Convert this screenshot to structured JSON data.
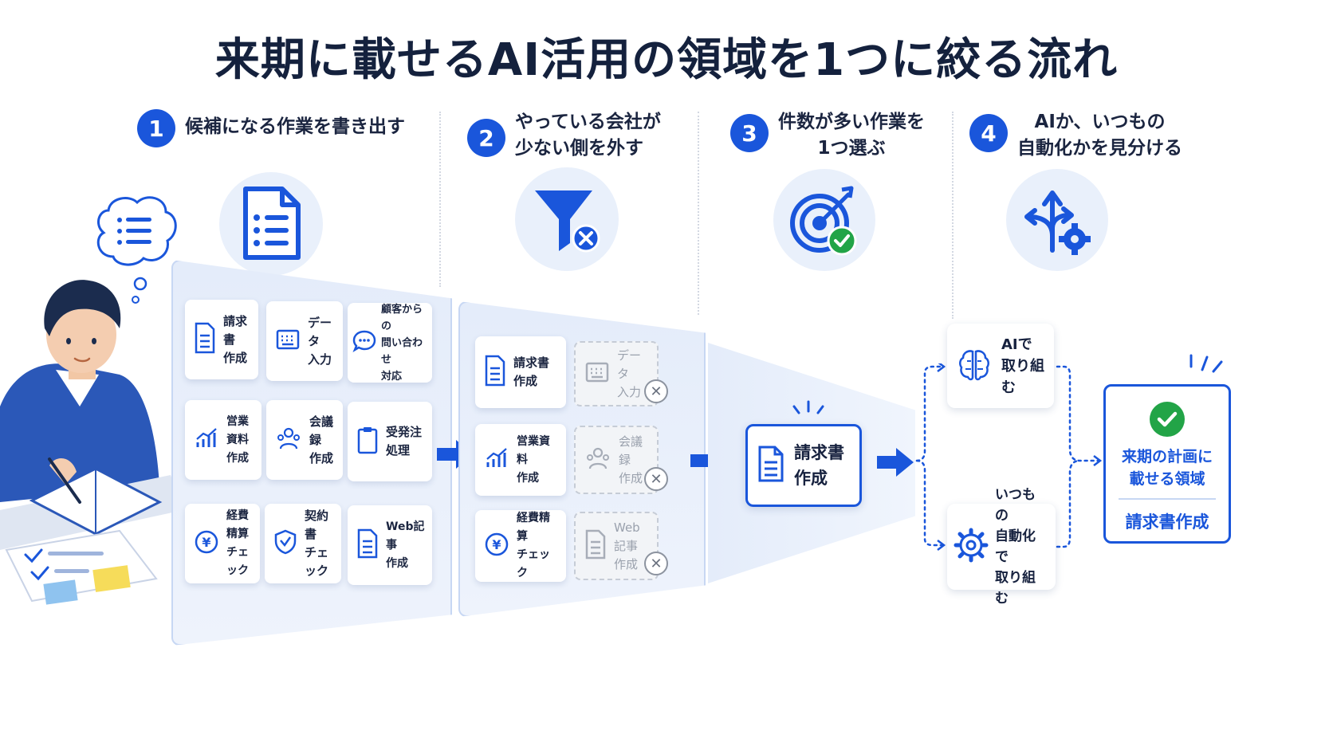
{
  "title": "来期に載せるAI活用の領域を1つに絞る流れ",
  "steps": [
    {
      "num": "1",
      "label": "候補になる作業を書き出す",
      "icon": "document-list-icon"
    },
    {
      "num": "2",
      "label": "やっている会社が\n少ない側を外す",
      "icon": "funnel-x-icon"
    },
    {
      "num": "3",
      "label": "件数が多い作業を\n1つ選ぶ",
      "icon": "target-check-icon"
    },
    {
      "num": "4",
      "label": "AIか、いつもの\n自動化かを見分ける",
      "icon": "branch-gear-icon"
    }
  ],
  "candidates": [
    {
      "label": "請求書\n作成",
      "icon": "document-icon"
    },
    {
      "label": "データ\n入力",
      "icon": "keyboard-icon"
    },
    {
      "label": "顧客からの\n問い合わせ\n対応",
      "icon": "chat-icon"
    },
    {
      "label": "営業資料\n作成",
      "icon": "chart-icon"
    },
    {
      "label": "会議録\n作成",
      "icon": "people-icon"
    },
    {
      "label": "受発注\n処理",
      "icon": "clipboard-icon"
    },
    {
      "label": "経費精算\nチェック",
      "icon": "yen-icon"
    },
    {
      "label": "契約書\nチェック",
      "icon": "shield-icon"
    },
    {
      "label": "Web記事\n作成",
      "icon": "article-icon"
    }
  ],
  "filtered": [
    {
      "label": "請求書\n作成",
      "icon": "document-icon",
      "removed": false
    },
    {
      "label": "データ\n入力",
      "icon": "keyboard-icon",
      "removed": true
    },
    {
      "label": "営業資料\n作成",
      "icon": "chart-icon",
      "removed": false
    },
    {
      "label": "会議録\n作成",
      "icon": "people-icon",
      "removed": true
    },
    {
      "label": "経費精算\nチェック",
      "icon": "yen-icon",
      "removed": false
    },
    {
      "label": "Web記事\n作成",
      "icon": "article-icon",
      "removed": true
    }
  ],
  "selected": {
    "label": "請求書\n作成",
    "icon": "document-icon"
  },
  "branches": {
    "ai": {
      "label": "AIで\n取り組む",
      "icon": "brain-icon"
    },
    "automation": {
      "label": "いつもの\n自動化で\n取り組む",
      "icon": "gear-icon"
    }
  },
  "final": {
    "heading": "来期の計画に\n載せる領域",
    "value": "請求書作成",
    "icon": "check-circle-icon"
  },
  "colors": {
    "primary": "#1a56db",
    "panel": "#e6eefb",
    "success": "#22a447",
    "sticky_yellow": "#f6dc5a",
    "sticky_blue": "#8fc3ef"
  }
}
